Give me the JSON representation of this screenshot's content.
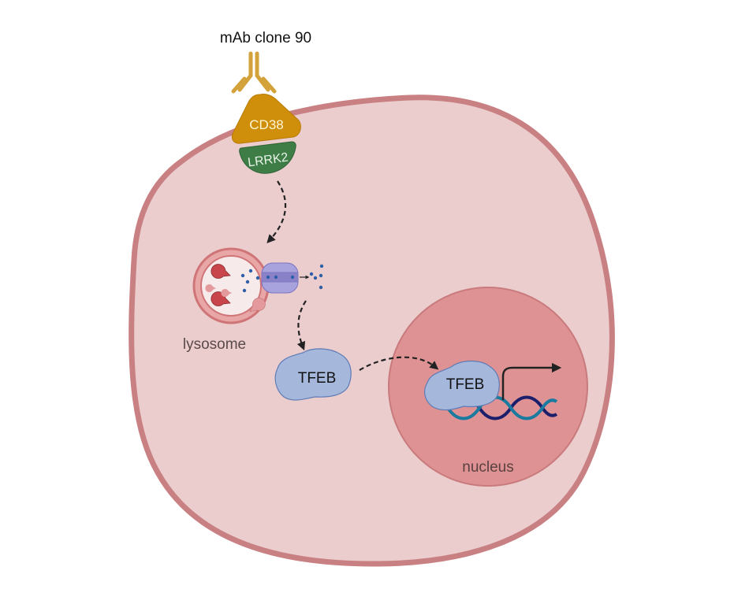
{
  "title": "mAb clone 90",
  "labels": {
    "antibody": "mAb clone 90",
    "cd38": "CD38",
    "lrrk2": "LRRK2",
    "lysosome": "lysosome",
    "tfeb_cytoplasm": "TFEB",
    "tfeb_nucleus": "TFEB",
    "nucleus": "nucleus"
  },
  "colors": {
    "cell_fill": "#ebcdce",
    "cell_stroke": "#c98083",
    "nucleus_fill": "#de9293",
    "nucleus_stroke": "#c97a7c",
    "antibody": "#d4a23a",
    "cd38": "#d08f0a",
    "lrrk2": "#3f7d46",
    "tfeb": "#a5b8dc",
    "tfeb_stroke": "#5f7bb5",
    "channel": "#a8a3dc",
    "dna_dark": "#1b1f6b",
    "dna_light": "#1a7aa0",
    "arrow": "#222222"
  },
  "pathway": [
    {
      "from": "LRRK2",
      "to": "lysosome"
    },
    {
      "from": "lysosome",
      "to": "TFEB"
    },
    {
      "from": "TFEB",
      "to": "nucleus"
    }
  ]
}
